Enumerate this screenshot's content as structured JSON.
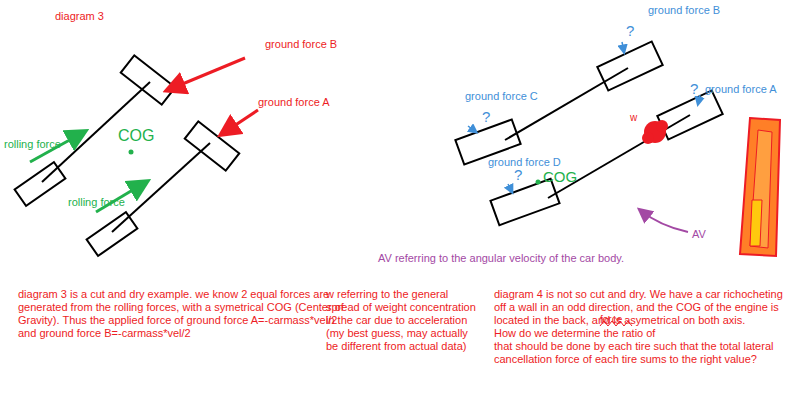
{
  "diagram": {
    "labels": [
      "diagram 3",
      "ground force B",
      "ground force A",
      "rolling force",
      "COG",
      "rolling force",
      "ground force B",
      "?",
      "ground force C",
      "?",
      "ground force A",
      "?",
      "w",
      "?",
      "ground force D",
      "COG",
      "AV",
      "AV referring to the angular velocity of the car body.",
      "diagram 3 is a cut and dry example. we know 2 equal forces are generated from the rolling forces, with a symetrical COG (Center of Gravity). Thus the applied force of ground force A=-carmass*vel/2 and ground force B=-carmass*vel/2",
      "w referring to the general spread of weight concentration in the car due to acceleration (my best guess, may actually be different from actual data)",
      "diagram 4 is not so cut and dry. We have a car richocheting off a wall in an odd direction, and the COG of the engine is located in the back, and is asymetrical on both axis.",
      "force",
      "How do we determine the ratio of",
      "that should be done by each tire such that the total lateral cancellation force of each tire sums to the right value?"
    ]
  }
}
